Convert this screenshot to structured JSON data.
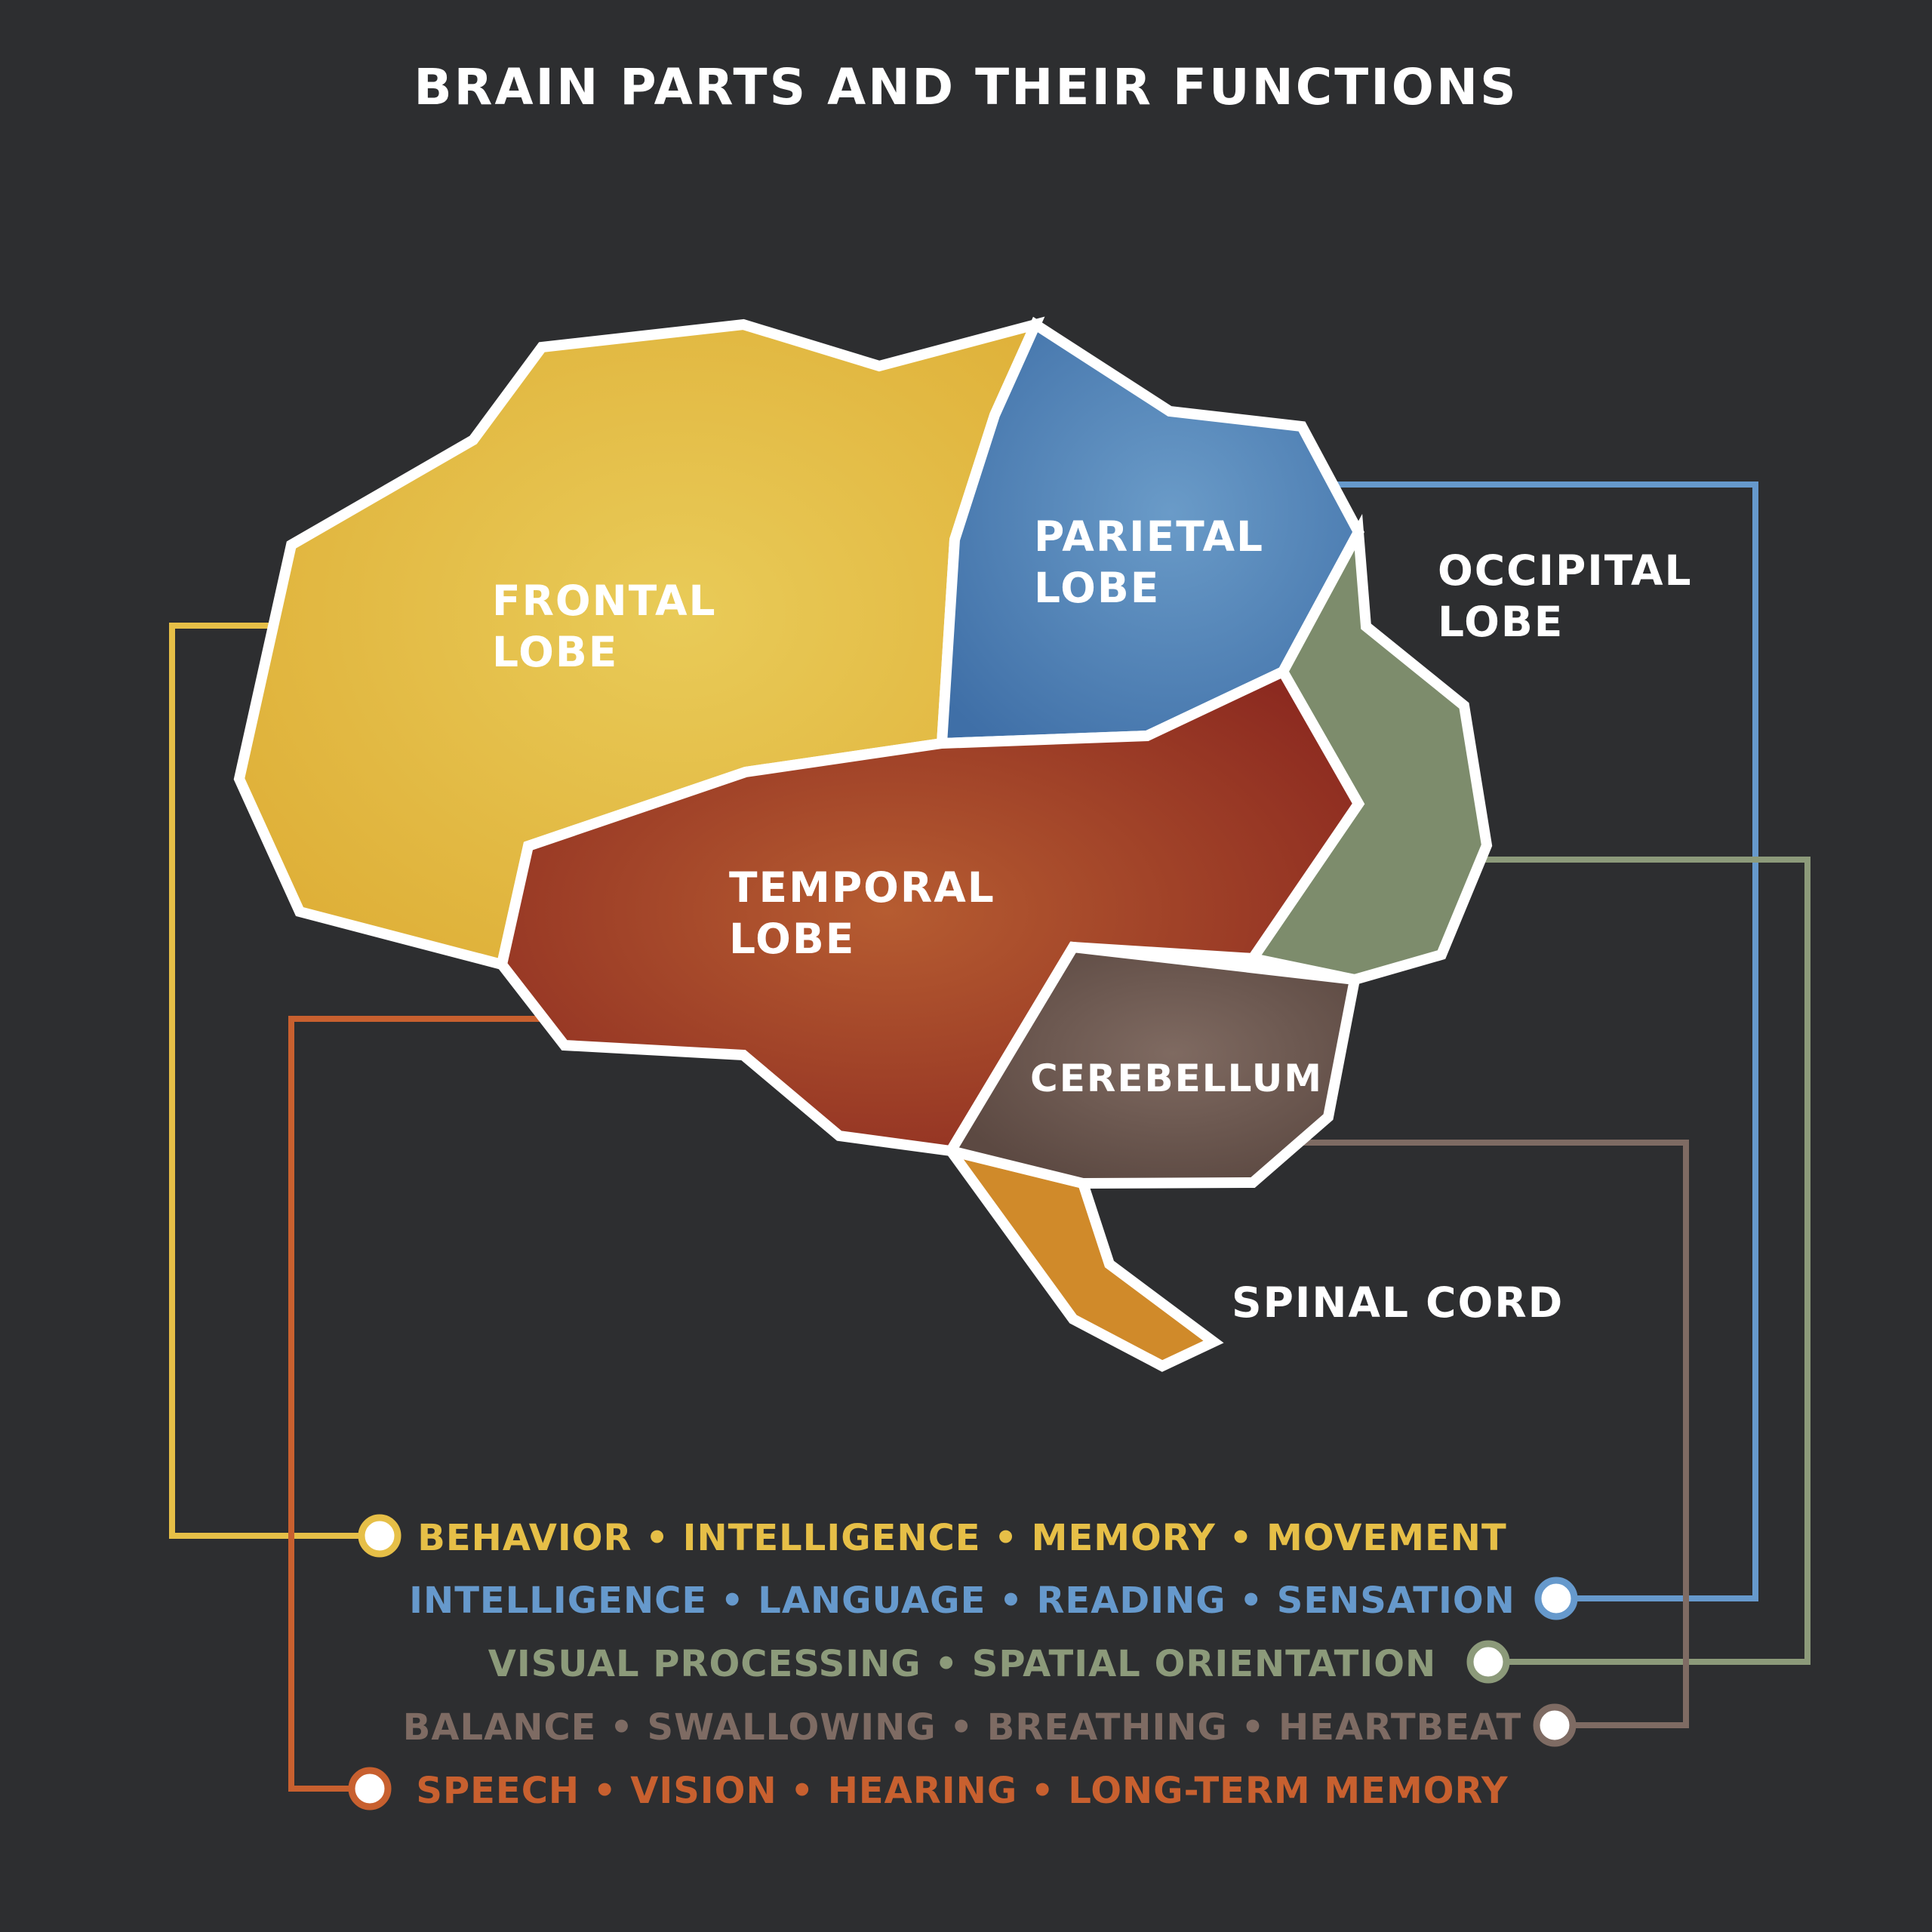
{
  "title": "BRAIN PARTS AND THEIR FUNCTIONS",
  "colors": {
    "background": "#2d2e30",
    "outline": "#ffffff",
    "frontal": "#e2be45",
    "parietal": "#5b8dbe",
    "occipital": "#7d8c6c",
    "temporal": "#a7482a",
    "cerebellum": "#725e55",
    "spinal_cord": "#d08a2a",
    "frontal_text": "#e6bf47",
    "parietal_text": "#6699cc",
    "occipital_text": "#8c9a7a",
    "cerebellum_text": "#7e6b63",
    "temporal_text": "#c8602f"
  },
  "regions": {
    "frontal": {
      "line1": "FRONTAL",
      "line2": "LOBE"
    },
    "parietal": {
      "line1": "PARIETAL",
      "line2": "LOBE"
    },
    "occipital": {
      "line1": "OCCIPITAL",
      "line2": "LOBE"
    },
    "temporal": {
      "line1": "TEMPORAL",
      "line2": "LOBE"
    },
    "cerebellum": {
      "line1": "CEREBELLUM"
    },
    "spinal_cord": {
      "line1": "SPINAL CORD"
    }
  },
  "functions": {
    "frontal": "BEHAVIOR • INTELLIGENCE • MEMORY • MOVEMENT",
    "parietal": "INTELLIGENCE • LANGUAGE • READING • SENSATION",
    "occipital": "VISUAL PROCESSING • SPATIAL ORIENTATION",
    "cerebellum": "BALANCE • SWALLOWING • BREATHING • HEARTBEAT",
    "temporal": "SPEECH • VISION • HEARING • LONG-TERM MEMORY"
  }
}
